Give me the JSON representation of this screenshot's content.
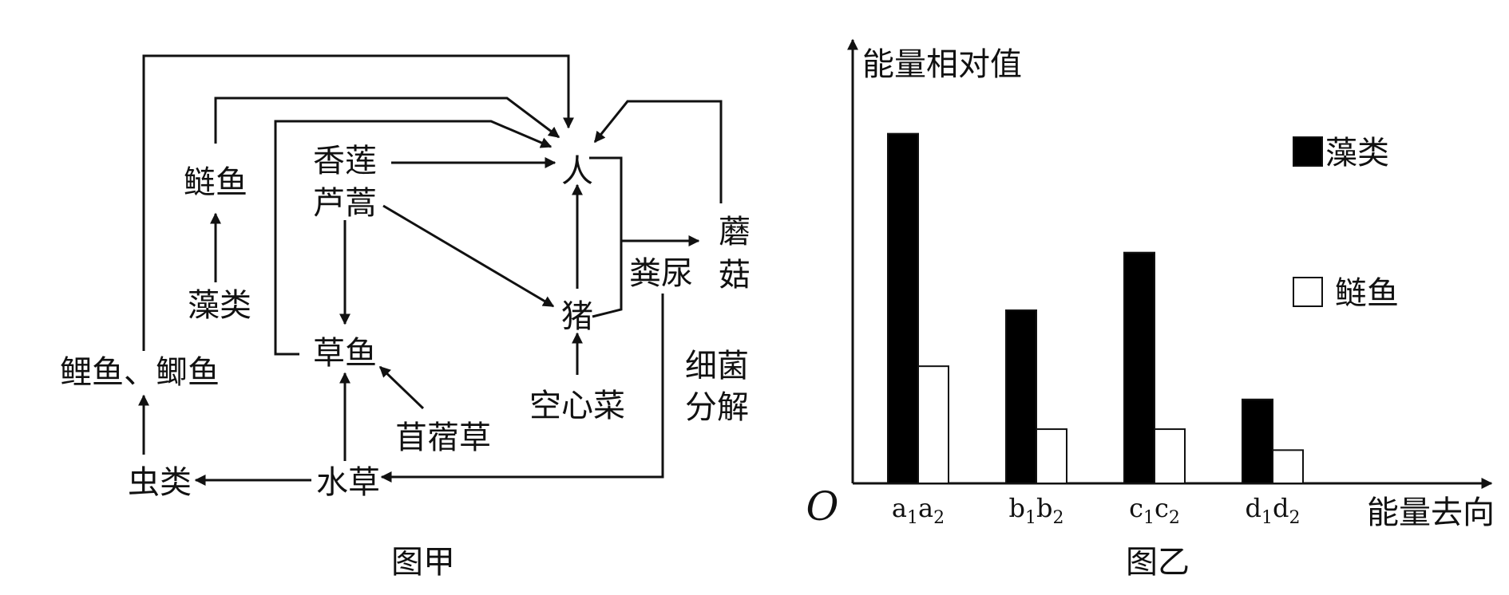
{
  "diagram": {
    "caption": "图甲",
    "nodes": {
      "ren": "人",
      "lianyu": "鲢鱼",
      "zaolei": "藻类",
      "liyu_jiyu": "鲤鱼、鲫鱼",
      "chonglei": "虫类",
      "xianglian_1": "香莲",
      "xianglian_2": "芦蒿",
      "caoyu": "草鱼",
      "shuicao": "水草",
      "muxucao": "苜蓿草",
      "zhu": "猪",
      "kongxincai": "空心菜",
      "fenniao": "粪尿",
      "mogu_1": "蘑",
      "mogu_2": "菇",
      "xijun_1": "细菌",
      "xijun_2": "分解"
    }
  },
  "chart_data": {
    "type": "bar",
    "caption": "图乙",
    "ylabel": "能量相对值",
    "xlabel": "能量去向",
    "origin_label": "O",
    "categories": [
      {
        "letters": [
          "a",
          "a"
        ],
        "subs": [
          "1",
          "2"
        ]
      },
      {
        "letters": [
          "b",
          "b"
        ],
        "subs": [
          "1",
          "2"
        ]
      },
      {
        "letters": [
          "c",
          "c"
        ],
        "subs": [
          "1",
          "2"
        ]
      },
      {
        "letters": [
          "d",
          "d"
        ],
        "subs": [
          "1",
          "2"
        ]
      }
    ],
    "series": [
      {
        "name": "藻类",
        "fill": "#000000",
        "values": [
          100,
          49.5,
          66,
          24
        ]
      },
      {
        "name": "鲢鱼",
        "fill": "#ffffff",
        "values": [
          33.5,
          15.5,
          15.5,
          9.5
        ]
      }
    ],
    "ylim": [
      0,
      120
    ],
    "grid": false,
    "legend_position": "top-right"
  }
}
